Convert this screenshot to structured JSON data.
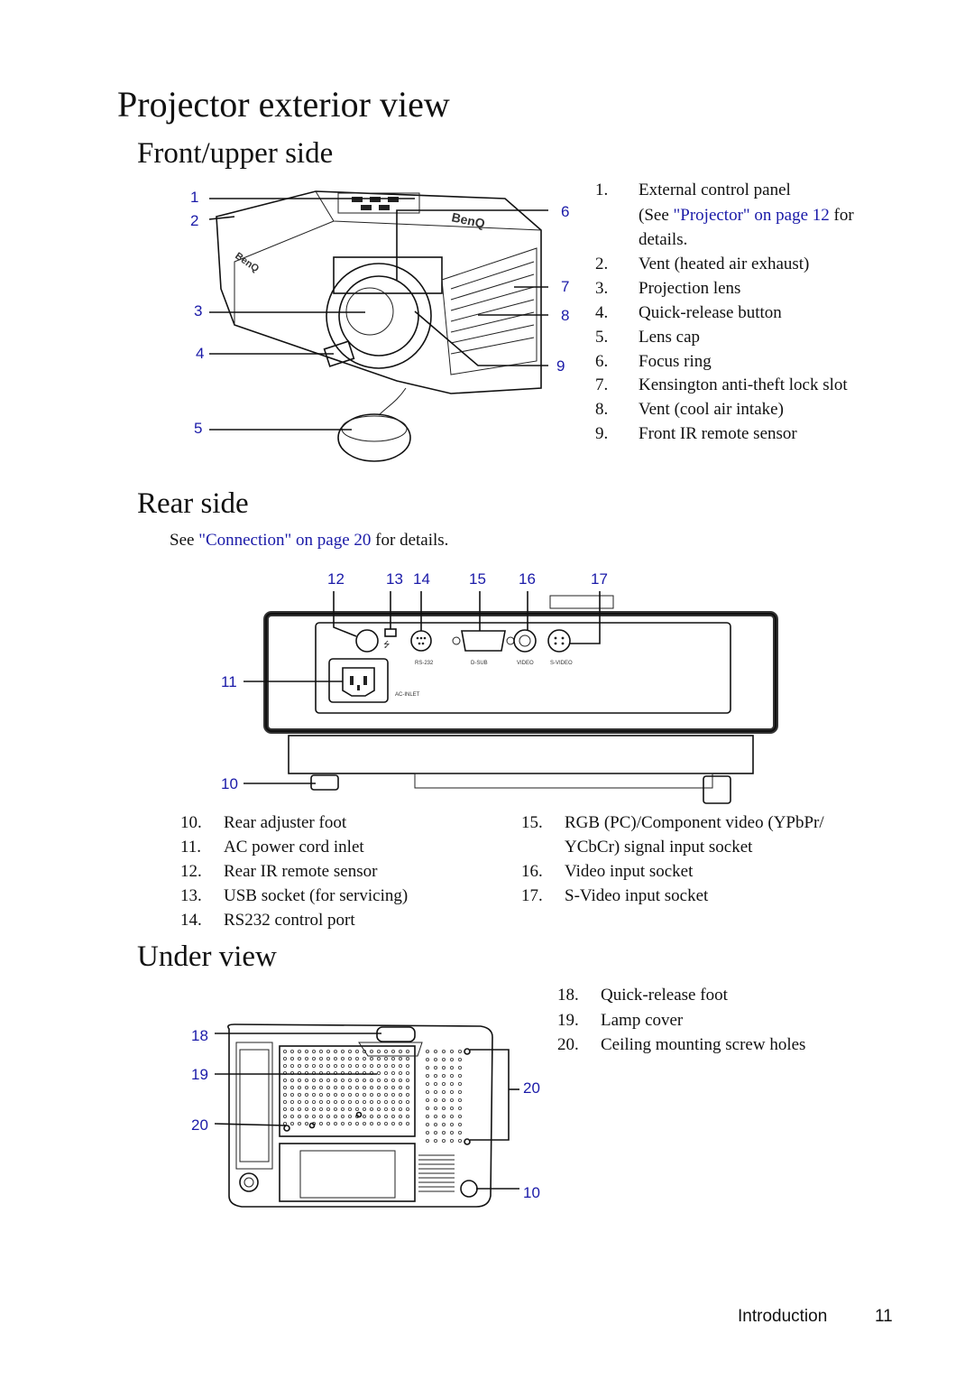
{
  "page_title": "Projector exterior view",
  "front": {
    "heading": "Front/upper side",
    "items": [
      {
        "num": "1.",
        "text": "External control panel"
      },
      {
        "num": "",
        "text": "details."
      },
      {
        "num": "2.",
        "text": "Vent (heated air exhaust)"
      },
      {
        "num": "3.",
        "text": "Projection lens"
      },
      {
        "num": "4.",
        "text": "Quick-release button"
      },
      {
        "num": "5.",
        "text": "Lens cap"
      },
      {
        "num": "6.",
        "text": "Focus ring"
      },
      {
        "num": "7.",
        "text": "Kensington anti-theft lock slot"
      },
      {
        "num": "8.",
        "text": "Vent (cool air intake)"
      },
      {
        "num": "9.",
        "text": "Front IR remote sensor"
      }
    ],
    "note_prefix": "(See ",
    "note_link": "\"Projector\" on page 12",
    "note_suffix": " for",
    "callouts": [
      "1",
      "2",
      "3",
      "4",
      "5",
      "6",
      "7",
      "8",
      "9"
    ],
    "brand_text": "BenQ"
  },
  "rear": {
    "heading": "Rear side",
    "intro_prefix": "See ",
    "intro_link": "\"Connection\" on page 20",
    "intro_suffix": " for details.",
    "callouts_top": [
      "12",
      "13",
      "14",
      "15",
      "16",
      "17"
    ],
    "callouts_side": [
      "11",
      "10"
    ],
    "port_labels": [
      "RS-232",
      "D-SUB",
      "VIDEO",
      "S-VIDEO",
      "AC-INLET"
    ],
    "items_left": [
      {
        "num": "10.",
        "text": "Rear adjuster foot"
      },
      {
        "num": "11.",
        "text": "AC power cord inlet"
      },
      {
        "num": "12.",
        "text": "Rear IR remote sensor"
      },
      {
        "num": "13.",
        "text": "USB socket (for servicing)"
      },
      {
        "num": "14.",
        "text": "RS232 control port"
      }
    ],
    "items_right": [
      {
        "num": "15.",
        "text": "RGB (PC)/Component video (YPbPr/"
      },
      {
        "num": "",
        "text": "YCbCr) signal input socket"
      },
      {
        "num": "16.",
        "text": "Video input socket"
      },
      {
        "num": "17.",
        "text": "S-Video input socket"
      }
    ]
  },
  "under": {
    "heading": "Under view",
    "items": [
      {
        "num": "18.",
        "text": "Quick-release foot"
      },
      {
        "num": "19.",
        "text": "Lamp cover"
      },
      {
        "num": "20.",
        "text": "Ceiling mounting screw holes"
      }
    ],
    "callouts_left": [
      "18",
      "19",
      "20"
    ],
    "callouts_right": [
      "20",
      "10"
    ]
  },
  "footer": {
    "section": "Introduction",
    "page": "11"
  }
}
